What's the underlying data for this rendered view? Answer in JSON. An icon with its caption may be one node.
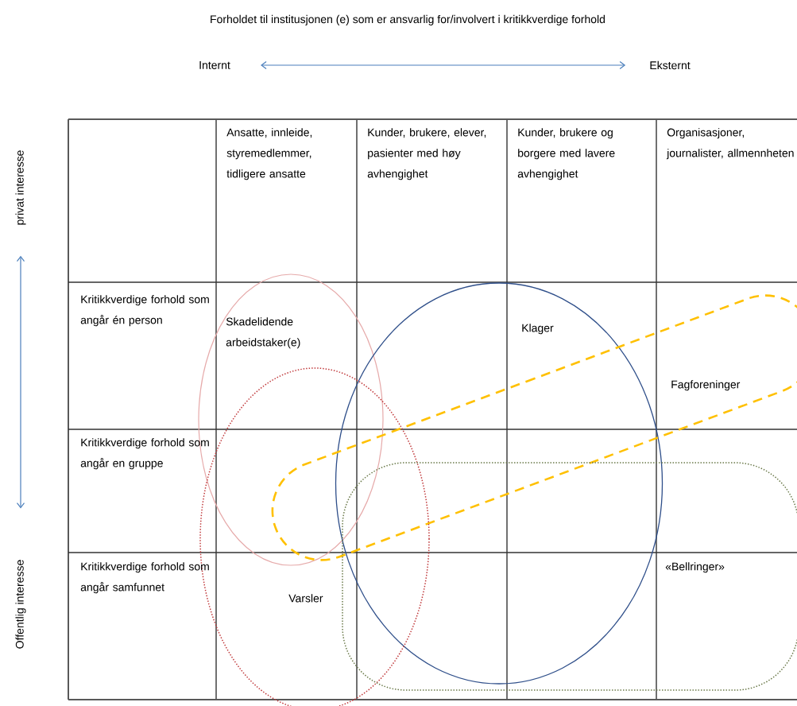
{
  "diagram": {
    "title": "Forholdet til institusjonen (e) som er ansvarlig for/involvert i kritikkverdige forhold",
    "nodes": [
      {
        "text": [
          "Internt"
        ]
      },
      {
        "text": [
          "Eksternt"
        ]
      },
      {
        "text": [
          "privat interesse"
        ]
      },
      {
        "text": [
          "Offentlig interesse"
        ]
      },
      {
        "text": [
          "Skadelidende arbeidstaker(e)"
        ]
      },
      {
        "text": [
          "Klager"
        ]
      },
      {
        "text": [
          "Fagforeninger"
        ]
      },
      {
        "text": [
          "Varsler"
        ]
      },
      {
        "text": [
          "«Bellringer»"
        ]
      }
    ],
    "edges": [
      {
        "from": 0,
        "to": 1,
        "arrow": "both"
      },
      {
        "from": 2,
        "to": 3,
        "arrow": "both"
      }
    ],
    "labels": [
      "Ansatte, innleide, styremedlemmer, tidligere ansatte",
      "Kunder, brukere, elever, pasienter med høy avhengighet",
      "Kunder, brukere og borgere med lavere avhengighet",
      "Organisasjoner, journalister, allmennheten",
      "Kritikkverdige forhold som angår én person",
      "Kritikkverdige forhold som angår en gruppe",
      "Kritikkverdige forhold som angår samfunnet"
    ]
  }
}
